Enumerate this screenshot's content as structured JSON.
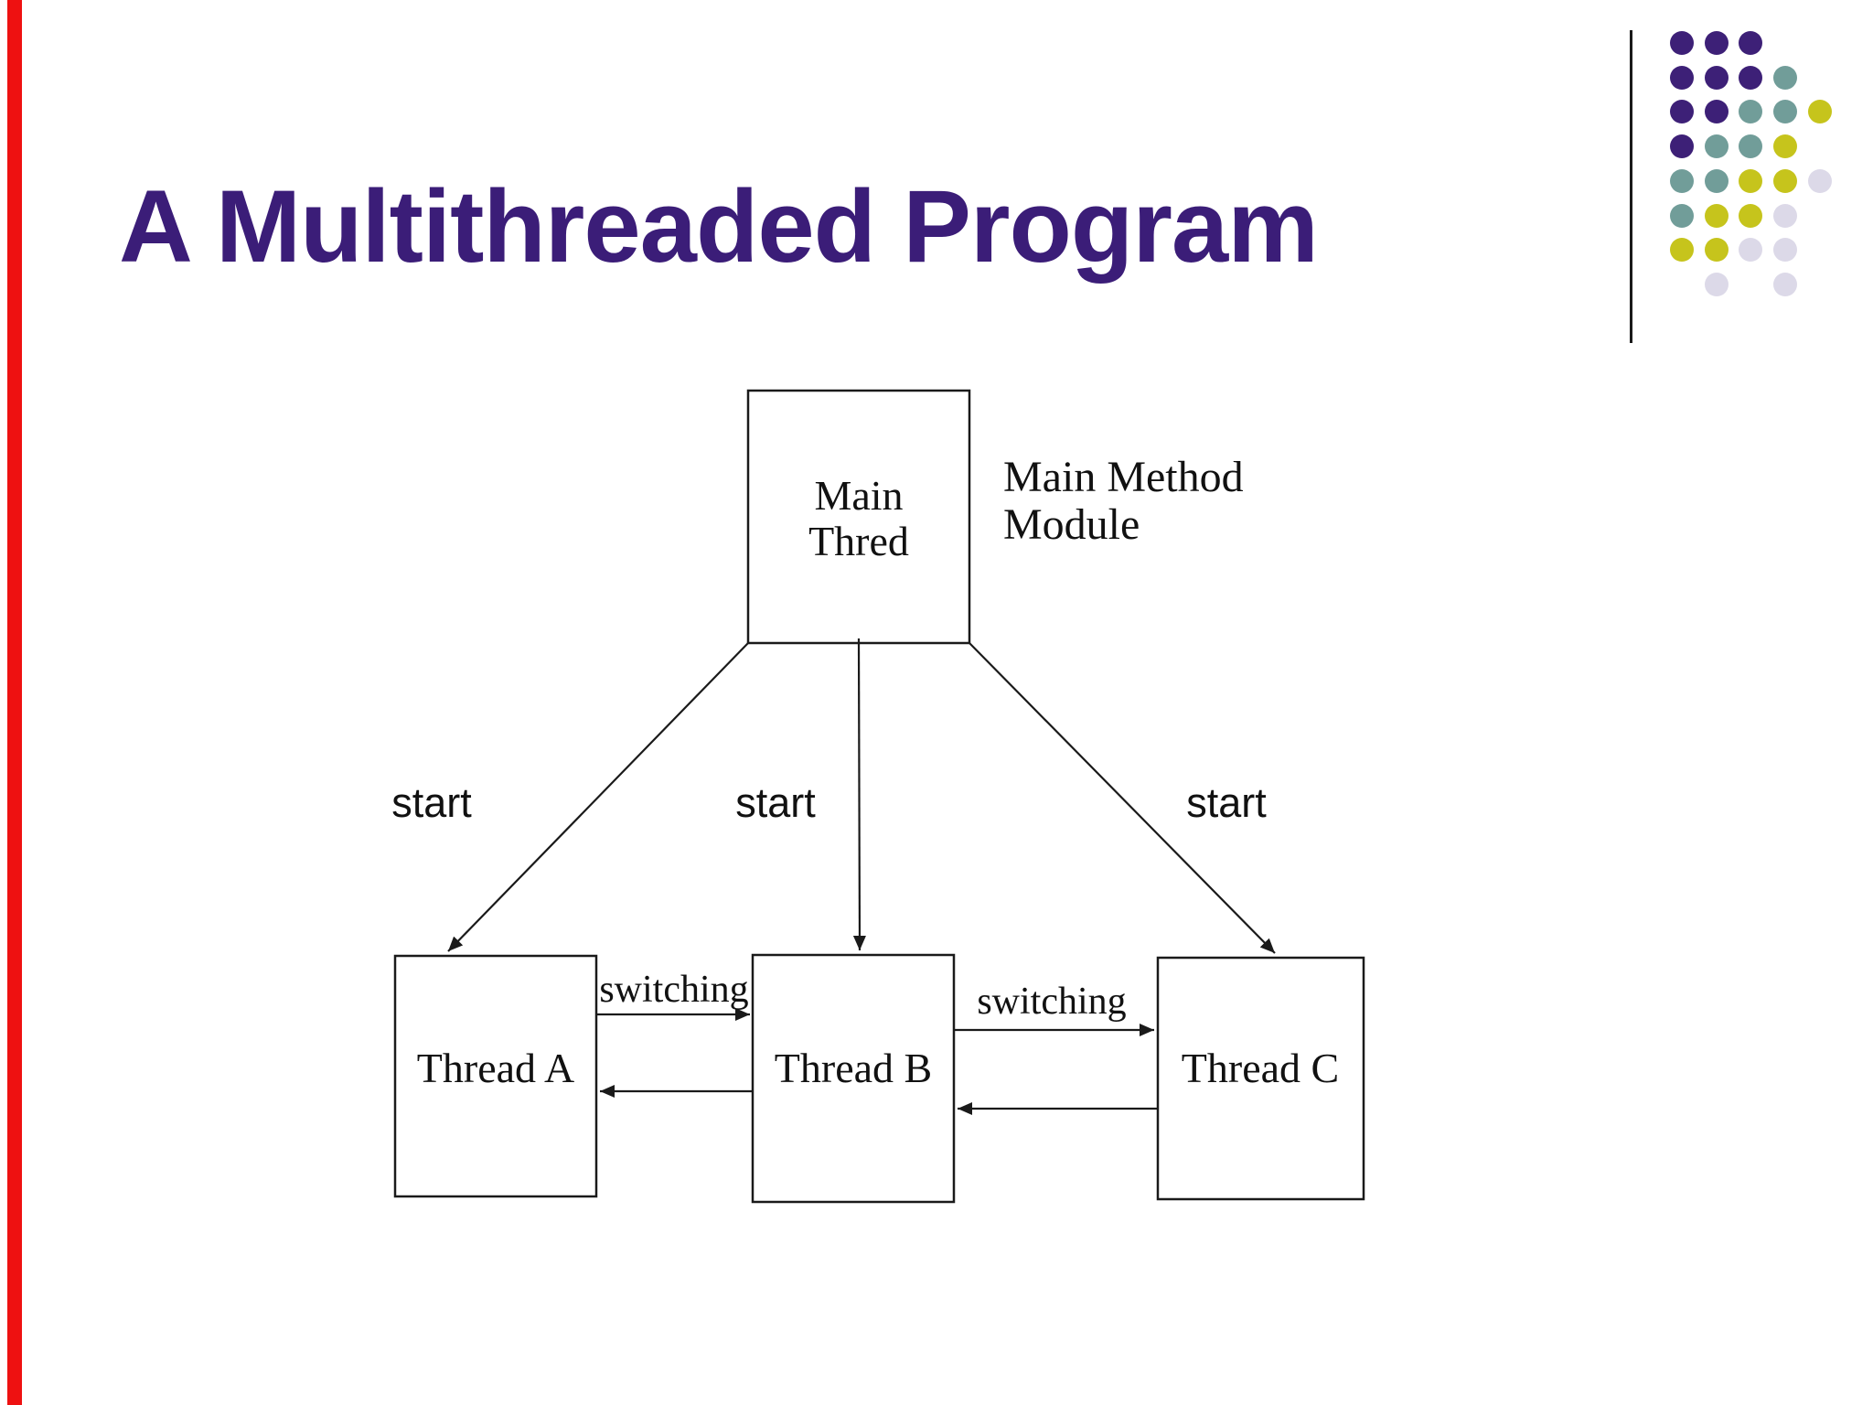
{
  "slide": {
    "title": "A Multithreaded Program"
  },
  "diagram": {
    "main_box": {
      "line1": "Main",
      "line2": "Thred"
    },
    "main_box_caption": {
      "line1": "Main Method",
      "line2": "Module"
    },
    "start_labels": {
      "left": "start",
      "middle": "start",
      "right": "start"
    },
    "thread_boxes": {
      "a": "Thread A",
      "b": "Thread B",
      "c": "Thread C"
    },
    "switching_labels": {
      "left": "switching",
      "right": "switching"
    }
  },
  "decoration": {
    "accent_bar_color": "#ee1111",
    "title_color": "#3b1d78",
    "rule_color": "#1a1a1a",
    "dot_palette": {
      "P": "#3d2077",
      "T": "#719d99",
      "Y": "#c6c41c",
      "L": "#dcd9e8"
    },
    "dot_pattern": [
      "PPP..",
      "PPPT.",
      "PPTTY",
      "PTTY.",
      "TTYYL",
      "TYYL.",
      "YYLL.",
      ".L.L."
    ]
  }
}
